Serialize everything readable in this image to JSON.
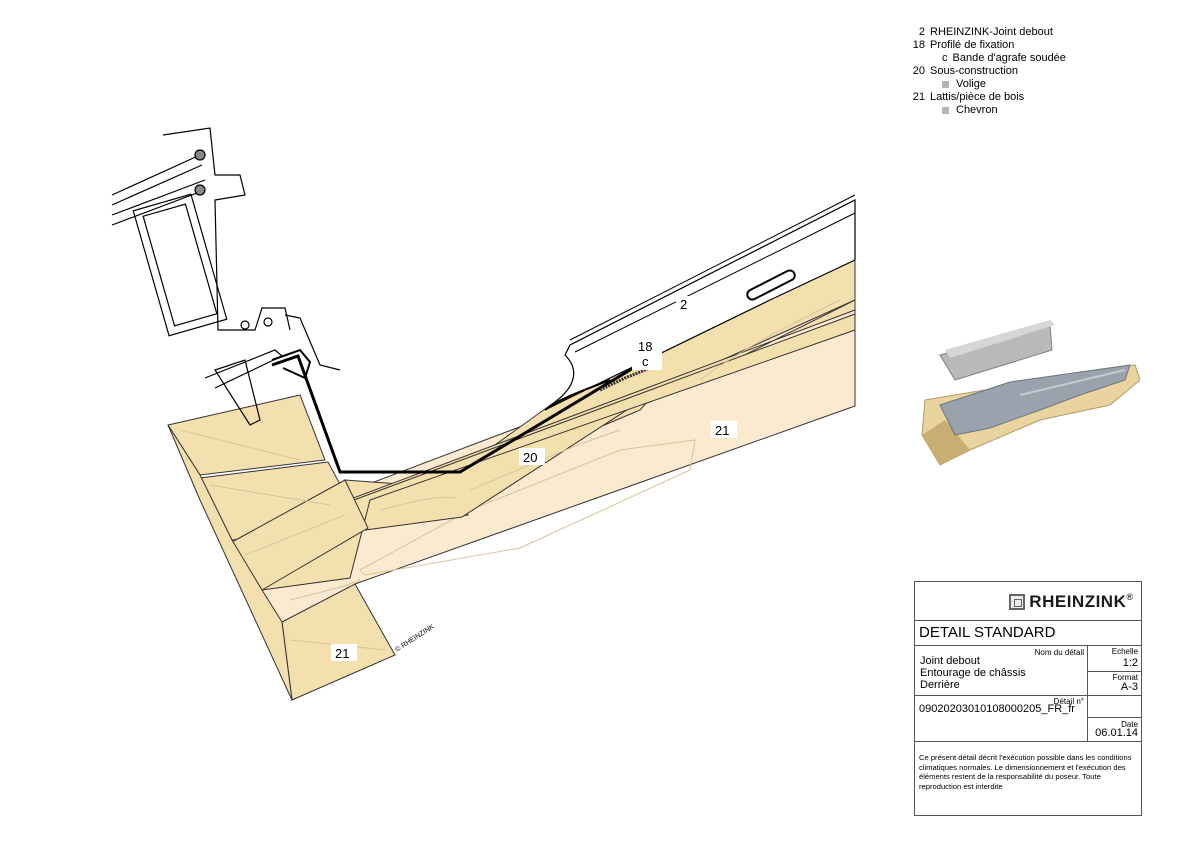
{
  "diagram": {
    "labels": {
      "joint": "2",
      "clip": "18",
      "clip_sub": "c",
      "substructure": "20",
      "batten_main": "21",
      "batten_low": "21"
    },
    "copyright": "© RHEINZINK"
  },
  "legend": [
    {
      "num": "2",
      "text": "RHEINZINK-Joint debout",
      "subs": []
    },
    {
      "num": "18",
      "text": "Profilé de fixation",
      "subs": [
        {
          "marker": "c",
          "text": "Bande d'agrafe soudée"
        }
      ]
    },
    {
      "num": "20",
      "text": "Sous-construction",
      "subs": [
        {
          "marker": "square",
          "text": "Volige"
        }
      ]
    },
    {
      "num": "21",
      "text": "Lattis/pièce de bois",
      "subs": [
        {
          "marker": "square",
          "text": "Chevron"
        }
      ]
    }
  ],
  "title_block": {
    "brand": "RHEINZINK",
    "brand_mark": "®",
    "title": "DETAIL STANDARD",
    "detail_name_label": "Nom du détail",
    "detail_name_lines": [
      "Joint debout",
      "Entourage de châssis",
      "Derrière"
    ],
    "scale_label": "Echelle",
    "scale": "1:2",
    "format_label": "Format",
    "format": "A-3",
    "detail_no_label": "Détail n°",
    "detail_no": "0902020301010800020 5_FR_fr",
    "date_label": "Date",
    "date": "06.01.14",
    "disclaimer": "Ce présent détail décrit l'exécution possible dans les conditions climatiques normales. Le dimensionnement et l'exécution des éléments restent de la responsabilité du poseur. Toute reproduction est interdite"
  },
  "colors": {
    "wood": "#f4dfae",
    "wood_light": "#fbead0",
    "wood_grain": "#d8c49a",
    "zinc_gray": "#9aa0a6",
    "line": "#000000"
  }
}
